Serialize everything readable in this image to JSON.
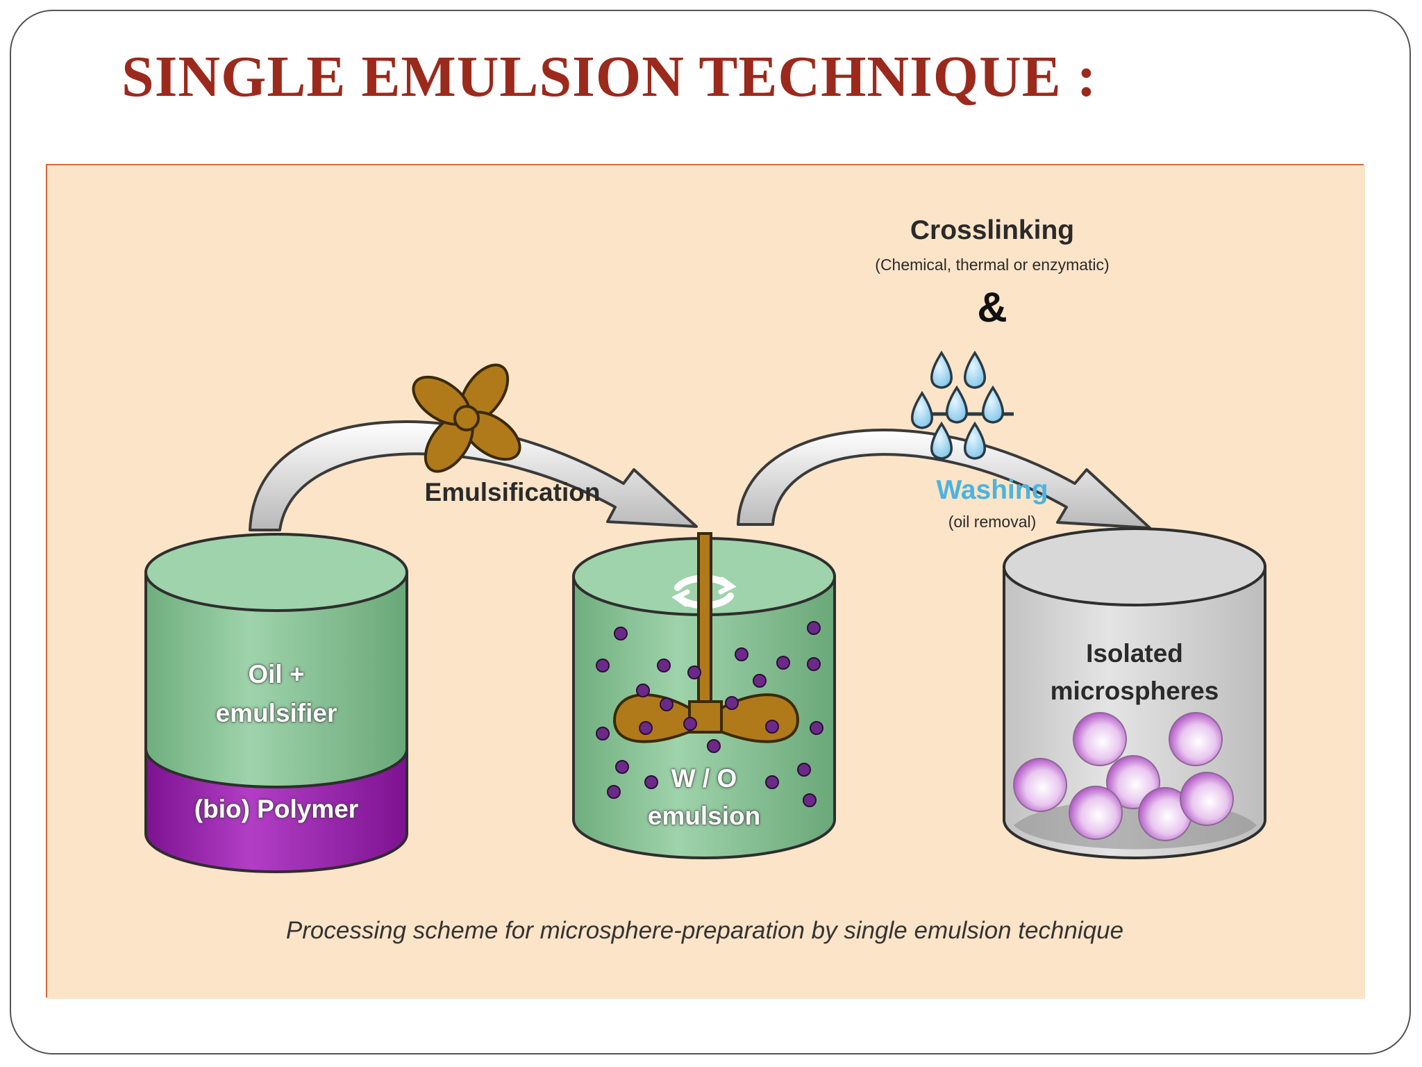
{
  "slide": {
    "title": "SINGLE EMULSION TECHNIQUE :",
    "title_color": "#9b2a1c",
    "frame_border_color": "#555555"
  },
  "figure": {
    "background_color": "#fbe4c8",
    "border_color": "#d4663a",
    "caption": "Processing scheme for microsphere-preparation by single emulsion technique",
    "steps": {
      "emulsification": "Emulsification",
      "crosslinking": "Crosslinking",
      "crosslinking_note": "(Chemical, thermal or enzymatic)",
      "ampersand": "&",
      "washing": "Washing",
      "washing_note": "(oil removal)"
    },
    "containers": {
      "left_top": "Oil +",
      "left_top_2": "emulsifier",
      "left_bottom": "(bio) Polymer",
      "middle": "W / O",
      "middle_2": "emulsion",
      "right": "Isolated",
      "right_2": "microspheres"
    },
    "icons": {
      "mixer": "propeller-icon",
      "stirrer": "stirrer-icon",
      "rotation": "rotation-arrows-icon",
      "water_drops": "water-drops-icon"
    },
    "colors": {
      "green": "#8cc79a",
      "purple": "#9f1fb3",
      "gray": "#d2d2d2",
      "propeller": "#b07a1a",
      "washing_text": "#4bb4df",
      "droplet": "#6c2a88"
    }
  }
}
